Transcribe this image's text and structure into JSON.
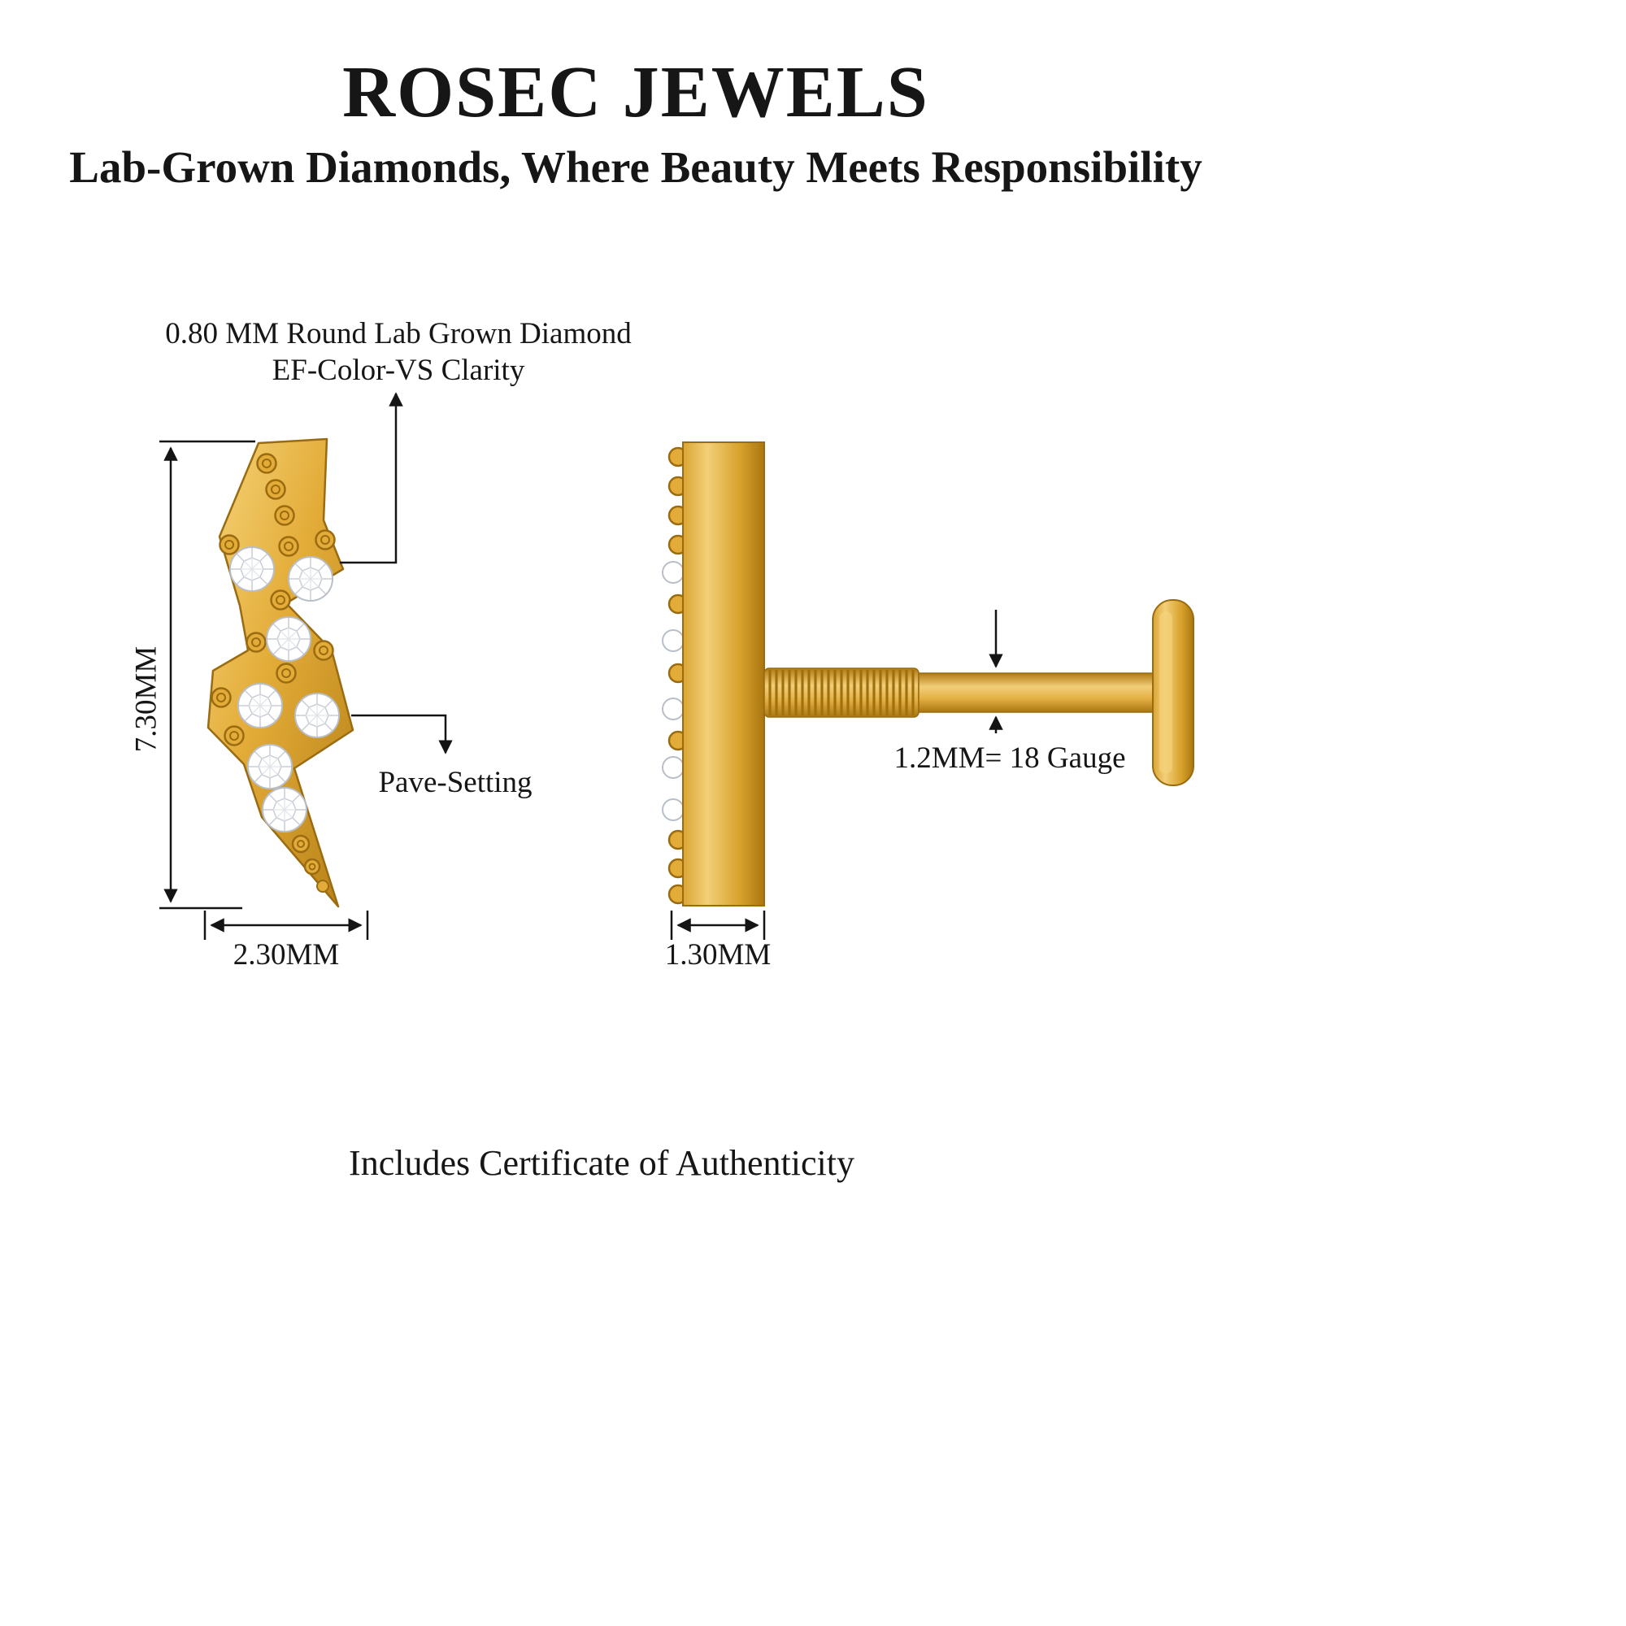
{
  "header": {
    "brand": "ROSEC JEWELS",
    "tagline": "Lab-Grown Diamonds, Where Beauty Meets Responsibility"
  },
  "front_view": {
    "callout_diamond_line1": "0.80 MM Round Lab Grown Diamond",
    "callout_diamond_line2": "EF-Color-VS Clarity",
    "callout_setting": "Pave-Setting",
    "dim_height": "7.30MM",
    "dim_width": "2.30MM"
  },
  "side_view": {
    "dim_width": "1.30MM",
    "callout_gauge": "1.2MM= 18 Gauge"
  },
  "footer": {
    "note": "Includes Certificate of Authenticity"
  },
  "colors": {
    "gold": "#E3AC38",
    "gold_light": "#F6D57C",
    "gold_dark": "#A9750F",
    "gold_outline": "#9A6B10",
    "diamond_white": "#FFFFFF",
    "diamond_facet": "#C9CED6",
    "line": "#141414",
    "background": "#FFFFFF"
  }
}
